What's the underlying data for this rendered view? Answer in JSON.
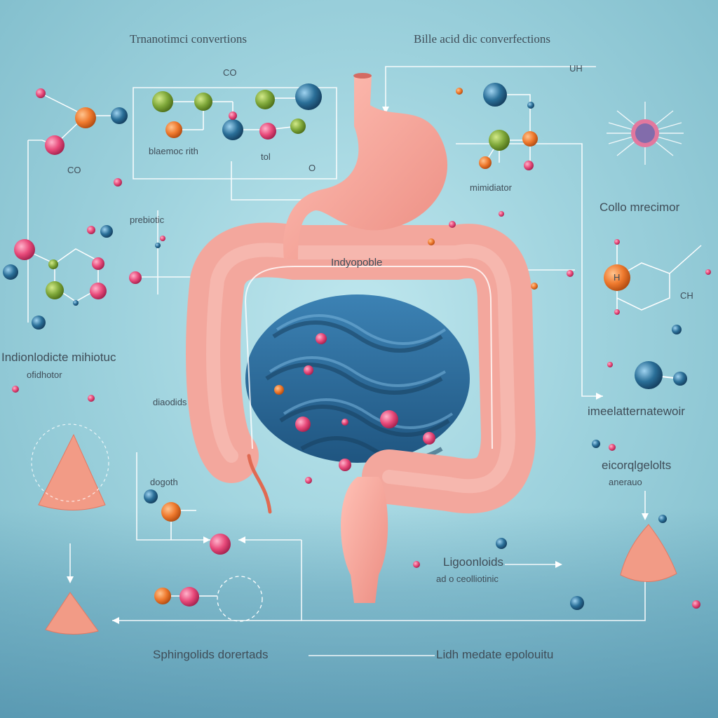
{
  "title_left": "Trnanotimci convertions",
  "title_right": "Bille acid dic converfections",
  "labels": {
    "blaemoc": "blaemoc rith",
    "tol": "tol",
    "co_top": "CO",
    "co_left": "CO",
    "minidiator": "mimidiator",
    "collo": "Collo mrecimor",
    "prebiotic": "prebiotic",
    "indyopoble": "Indyopoble",
    "indiond": "Indionlodicte mihiotuc",
    "ofidhotor": "ofidhotor",
    "diaodids": "diaodids",
    "imeelatter": "imeelatternatewoir",
    "eicorq": "eicorqlgelolts",
    "anerauo": "anerauo",
    "dogoth": "dogoth",
    "ligoon": "Ligoonloids",
    "ad_o": "ad o ceolliotinic",
    "sphingo": "Sphingolids dorertads",
    "lidh": "Lidh medate epolouitu",
    "ch": "CH",
    "uh": "UH",
    "o_small": "O",
    "h": "H"
  },
  "colors": {
    "stomach": "#f5a49a",
    "colon": "#f3a79d",
    "small_intestine": "#2f6f9e",
    "pink_atom": "#e84a7a",
    "green_atom": "#7fa83a",
    "orange_atom": "#ef7a2e",
    "blue_atom": "#2a6f98"
  },
  "icons": [
    "microbe-icon",
    "cone-icon"
  ]
}
